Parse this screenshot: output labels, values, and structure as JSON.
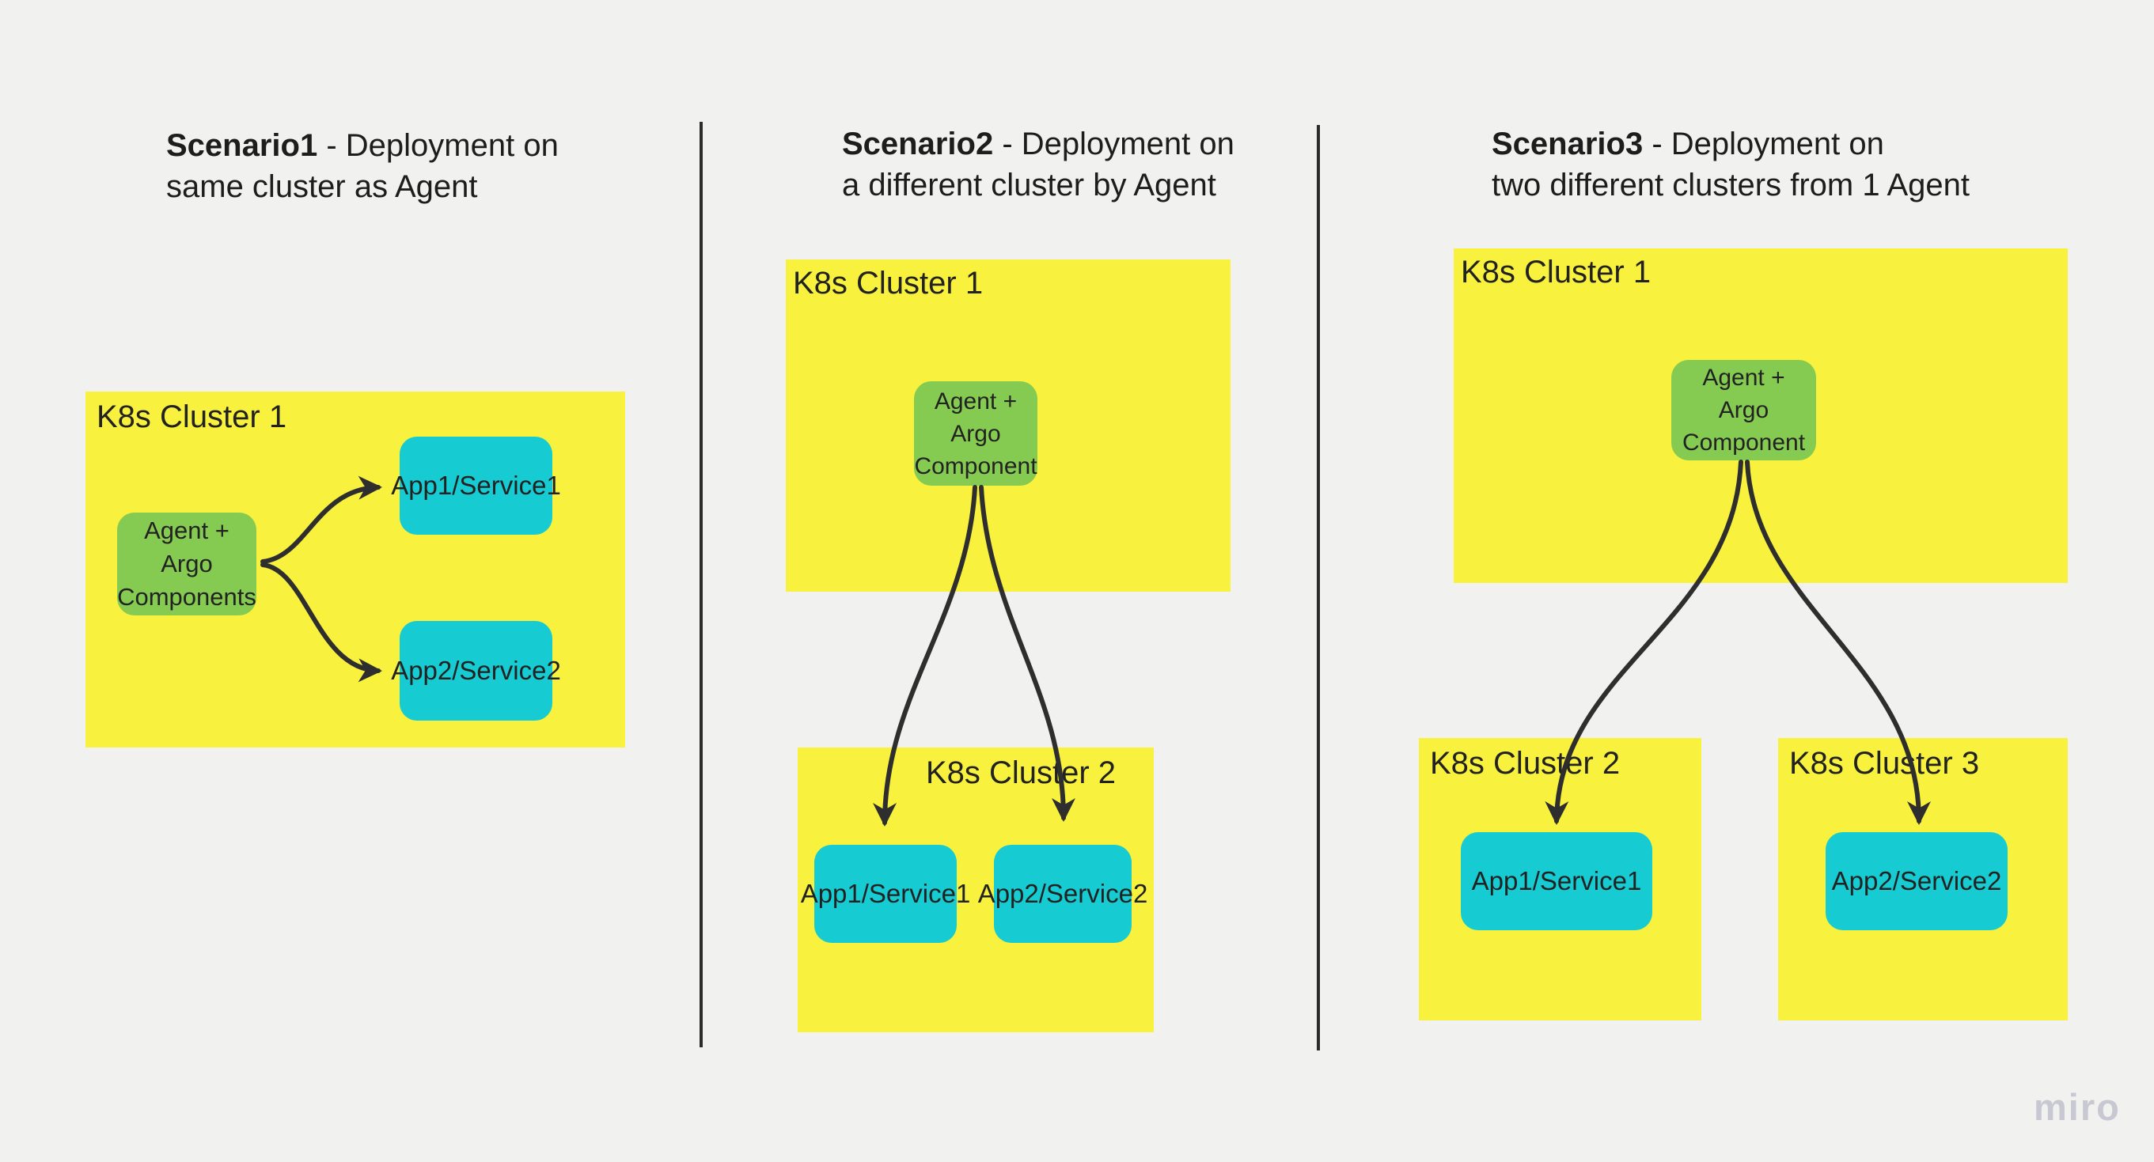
{
  "watermark": "miro",
  "colors": {
    "background": "#F1F1EF",
    "cluster_yellow": "#F8F13E",
    "agent_green": "#85CB52",
    "app_cyan": "#16CBD1",
    "ink": "#2E2E2E",
    "watermark_grey": "#C8C8D2"
  },
  "scenario1": {
    "title": {
      "bold": "Scenario1",
      "rest": " - Deployment on",
      "line2": "same cluster as Agent"
    },
    "cluster1": {
      "label": "K8s Cluster 1"
    },
    "agent": {
      "label": "Agent + Argo\nComponents"
    },
    "app1": {
      "label": "App1/Service1"
    },
    "app2": {
      "label": "App2/Service2"
    }
  },
  "scenario2": {
    "title": {
      "bold": "Scenario2",
      "rest": " - Deployment on",
      "line2": "a different cluster by Agent"
    },
    "cluster1": {
      "label": "K8s Cluster 1"
    },
    "agent": {
      "label": "Agent +\nArgo\nComponent"
    },
    "cluster2": {
      "label": "K8s Cluster 2"
    },
    "app1": {
      "label": "App1/Service1"
    },
    "app2": {
      "label": "App2/Service2"
    }
  },
  "scenario3": {
    "title": {
      "bold": "Scenario3",
      "rest": " - Deployment on",
      "line2": "two different clusters from 1 Agent"
    },
    "cluster1": {
      "label": "K8s Cluster 1"
    },
    "agent": {
      "label": "Agent +\nArgo\nComponent"
    },
    "cluster2": {
      "label": "K8s Cluster 2"
    },
    "cluster3": {
      "label": "K8s Cluster 3"
    },
    "app1": {
      "label": "App1/Service1"
    },
    "app2": {
      "label": "App2/Service2"
    }
  }
}
